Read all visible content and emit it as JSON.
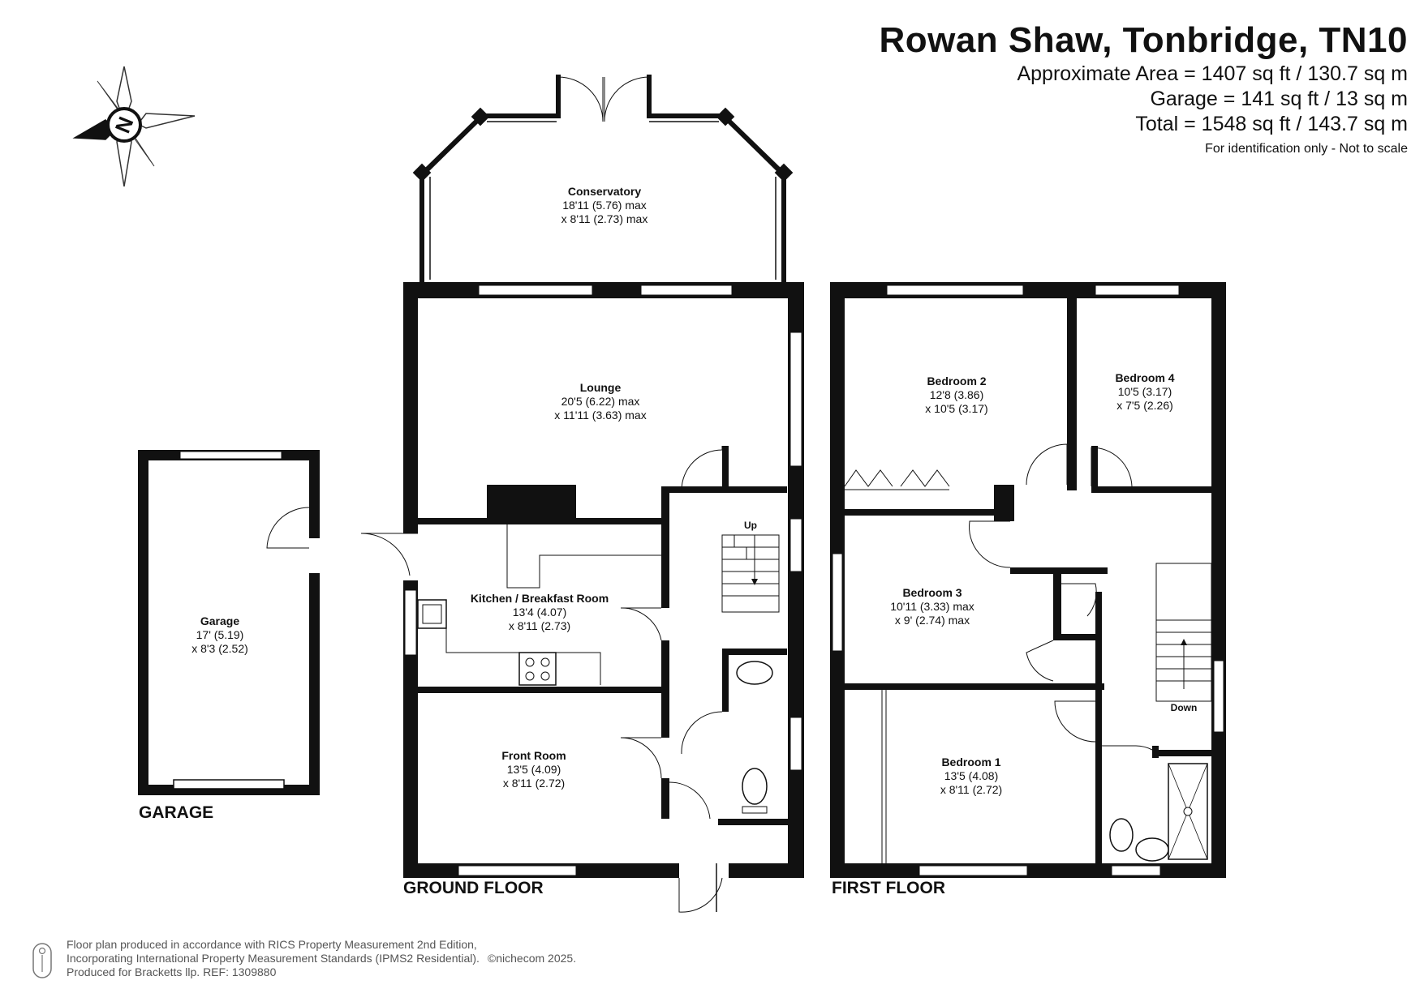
{
  "header": {
    "title": "Rowan Shaw, Tonbridge, TN10",
    "approx_area": "Approximate Area = 1407 sq ft / 130.7 sq m",
    "garage_area": "Garage = 141 sq ft / 13 sq m",
    "total_area": "Total = 1548 sq ft / 143.7 sq m",
    "note": "For identification only - Not to scale"
  },
  "compass": {
    "label": "N",
    "icon": "compass-icon"
  },
  "floors": {
    "garage": "GARAGE",
    "ground": "GROUND FLOOR",
    "first": "FIRST FLOOR"
  },
  "rooms": {
    "garage": {
      "name": "Garage",
      "dim1": "17' (5.19)",
      "dim2": "x 8'3 (2.52)"
    },
    "conservatory": {
      "name": "Conservatory",
      "dim1": "18'11 (5.76) max",
      "dim2": "x 8'11 (2.73) max"
    },
    "lounge": {
      "name": "Lounge",
      "dim1": "20'5 (6.22) max",
      "dim2": "x 11'11 (3.63) max"
    },
    "kitchen": {
      "name": "Kitchen / Breakfast Room",
      "dim1": "13'4 (4.07)",
      "dim2": "x 8'11 (2.73)"
    },
    "front_room": {
      "name": "Front Room",
      "dim1": "13'5 (4.09)",
      "dim2": "x 8'11 (2.72)"
    },
    "bedroom2": {
      "name": "Bedroom 2",
      "dim1": "12'8 (3.86)",
      "dim2": "x 10'5 (3.17)"
    },
    "bedroom4": {
      "name": "Bedroom 4",
      "dim1": "10'5 (3.17)",
      "dim2": "x 7'5 (2.26)"
    },
    "bedroom3": {
      "name": "Bedroom 3",
      "dim1": "10'11 (3.33) max",
      "dim2": "x 9' (2.74) max"
    },
    "bedroom1": {
      "name": "Bedroom 1",
      "dim1": "13'5 (4.08)",
      "dim2": "x 8'11 (2.72)"
    }
  },
  "stairs": {
    "up": "Up",
    "down": "Down"
  },
  "footer": {
    "line1": "Floor plan produced in accordance with RICS Property Measurement 2nd Edition,",
    "line2": "Incorporating International Property Measurement Standards (IPMS2 Residential).",
    "copyright": "©nichecom 2025.",
    "line3": "Produced for Bracketts llp.   REF:  1309880"
  },
  "colors": {
    "wall": "#111111",
    "window": "#ffffff",
    "accent": "#1a1a1a"
  }
}
